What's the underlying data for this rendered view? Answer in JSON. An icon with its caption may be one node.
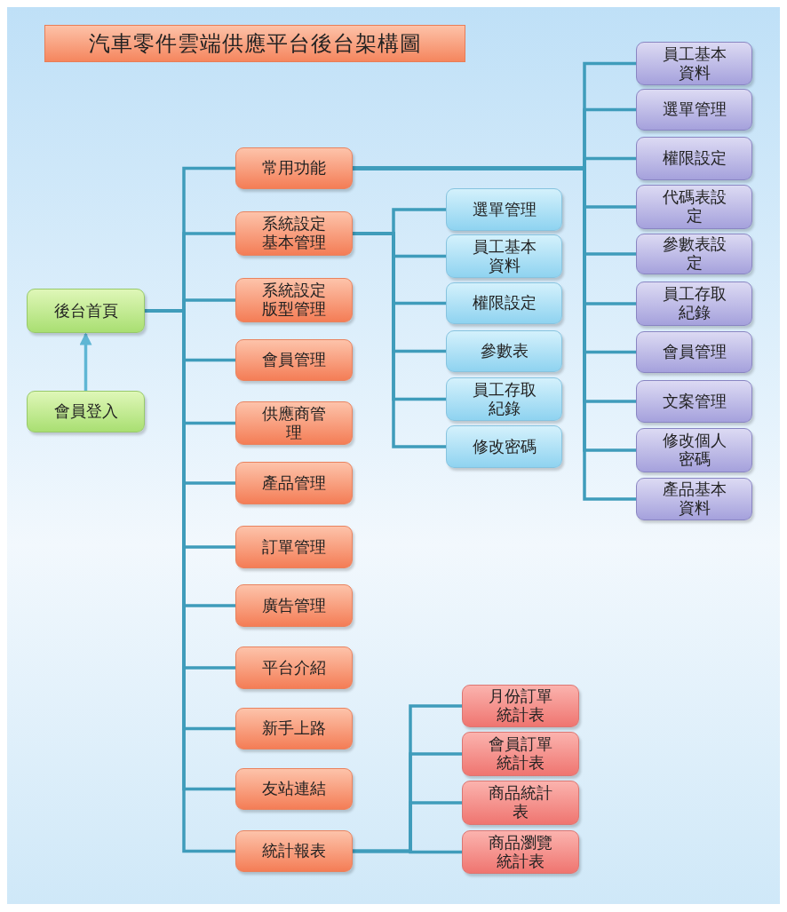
{
  "diagram": {
    "title": "汽車零件雲端供應平台後台架構圖",
    "nodes": [
      {
        "text": [
          "後台首頁"
        ]
      },
      {
        "text": [
          "會員登入"
        ]
      },
      {
        "text": [
          "常用功能"
        ]
      },
      {
        "text": [
          "系統設定基本管理"
        ]
      },
      {
        "text": [
          "系統設定版型管理"
        ]
      },
      {
        "text": [
          "會員管理"
        ]
      },
      {
        "text": [
          "供應商管理"
        ]
      },
      {
        "text": [
          "產品管理"
        ]
      },
      {
        "text": [
          "訂單管理"
        ]
      },
      {
        "text": [
          "廣告管理"
        ]
      },
      {
        "text": [
          "平台介紹"
        ]
      },
      {
        "text": [
          "新手上路"
        ]
      },
      {
        "text": [
          "友站連結"
        ]
      },
      {
        "text": [
          "統計報表"
        ]
      },
      {
        "text": [
          "選單管理"
        ]
      },
      {
        "text": [
          "員工基本資料"
        ]
      },
      {
        "text": [
          "權限設定"
        ]
      },
      {
        "text": [
          "參數表"
        ]
      },
      {
        "text": [
          "員工存取紀錄"
        ]
      },
      {
        "text": [
          "修改密碼"
        ]
      },
      {
        "text": [
          "員工基本資料"
        ]
      },
      {
        "text": [
          "選單管理"
        ]
      },
      {
        "text": [
          "權限設定"
        ]
      },
      {
        "text": [
          "代碼表設定"
        ]
      },
      {
        "text": [
          "參數表設定"
        ]
      },
      {
        "text": [
          "員工存取紀錄"
        ]
      },
      {
        "text": [
          "會員管理"
        ]
      },
      {
        "text": [
          "文案管理"
        ]
      },
      {
        "text": [
          "修改個人密碼"
        ]
      },
      {
        "text": [
          "產品基本資料"
        ]
      },
      {
        "text": [
          "月份訂單統計表"
        ]
      },
      {
        "text": [
          "會員訂單統計表"
        ]
      },
      {
        "text": [
          "商品統計表"
        ]
      },
      {
        "text": [
          "商品瀏覽統計表"
        ]
      }
    ],
    "edges": [
      {
        "from": 1,
        "to": 0,
        "arrow": "to"
      },
      {
        "from": 0,
        "to": 2,
        "arrow": "none"
      },
      {
        "from": 0,
        "to": 3,
        "arrow": "none"
      },
      {
        "from": 0,
        "to": 4,
        "arrow": "none"
      },
      {
        "from": 0,
        "to": 5,
        "arrow": "none"
      },
      {
        "from": 0,
        "to": 6,
        "arrow": "none"
      },
      {
        "from": 0,
        "to": 7,
        "arrow": "none"
      },
      {
        "from": 0,
        "to": 8,
        "arrow": "none"
      },
      {
        "from": 0,
        "to": 9,
        "arrow": "none"
      },
      {
        "from": 0,
        "to": 10,
        "arrow": "none"
      },
      {
        "from": 0,
        "to": 11,
        "arrow": "none"
      },
      {
        "from": 0,
        "to": 12,
        "arrow": "none"
      },
      {
        "from": 0,
        "to": 13,
        "arrow": "none"
      },
      {
        "from": 3,
        "to": 14,
        "arrow": "none"
      },
      {
        "from": 3,
        "to": 15,
        "arrow": "none"
      },
      {
        "from": 3,
        "to": 16,
        "arrow": "none"
      },
      {
        "from": 3,
        "to": 17,
        "arrow": "none"
      },
      {
        "from": 3,
        "to": 18,
        "arrow": "none"
      },
      {
        "from": 3,
        "to": 19,
        "arrow": "none"
      },
      {
        "from": 2,
        "to": 20,
        "arrow": "none"
      },
      {
        "from": 2,
        "to": 21,
        "arrow": "none"
      },
      {
        "from": 2,
        "to": 22,
        "arrow": "none"
      },
      {
        "from": 2,
        "to": 23,
        "arrow": "none"
      },
      {
        "from": 2,
        "to": 24,
        "arrow": "none"
      },
      {
        "from": 2,
        "to": 25,
        "arrow": "none"
      },
      {
        "from": 2,
        "to": 26,
        "arrow": "none"
      },
      {
        "from": 2,
        "to": 27,
        "arrow": "none"
      },
      {
        "from": 2,
        "to": 28,
        "arrow": "none"
      },
      {
        "from": 2,
        "to": 29,
        "arrow": "none"
      },
      {
        "from": 13,
        "to": 30,
        "arrow": "none"
      },
      {
        "from": 13,
        "to": 31,
        "arrow": "none"
      },
      {
        "from": 13,
        "to": 32,
        "arrow": "none"
      },
      {
        "from": 13,
        "to": 33,
        "arrow": "none"
      }
    ]
  }
}
